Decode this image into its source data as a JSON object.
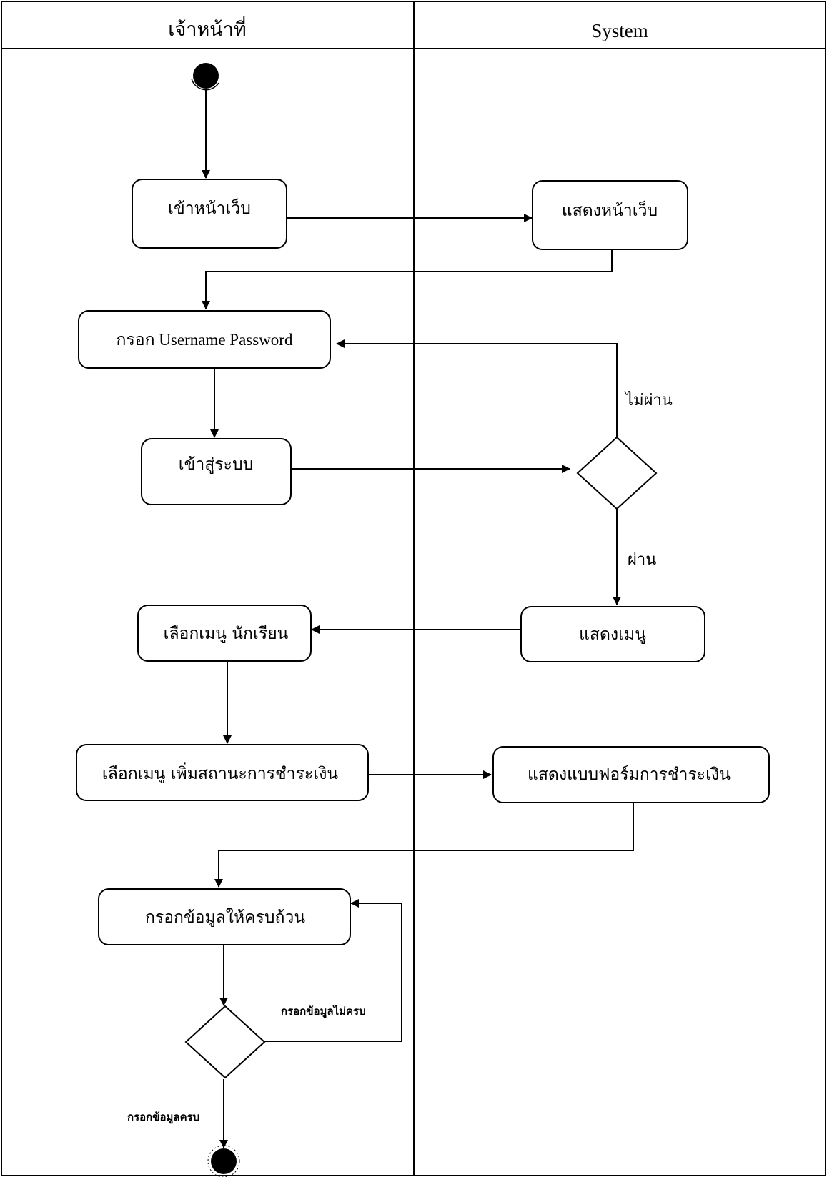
{
  "lanes": {
    "left_title": "เจ้าหน้าที่",
    "right_title": "System"
  },
  "nodes": {
    "enter_web": "เข้าหน้าเว็บ",
    "show_web": "แสดงหน้าเว็บ",
    "fill_login": "กรอก Username  Password",
    "login": "เข้าสู่ระบบ",
    "select_student": "เลือกเมนู นักเรียน",
    "show_menu": "แสดงเมนู",
    "select_add_payment": "เลือกเมนู เพิ่มสถานะการชำระเงิน",
    "show_payment_form": "แสดงแบบฟอร์มการชำระเงิน",
    "fill_complete": "กรอกข้อมูลให้ครบถ้วน"
  },
  "guards": {
    "login_fail": "ไม่ผ่าน",
    "login_pass": "ผ่าน",
    "data_incomplete": "กรอกข้อมูลไม่ครบ",
    "data_complete": "กรอกข้อมูลครบ"
  }
}
